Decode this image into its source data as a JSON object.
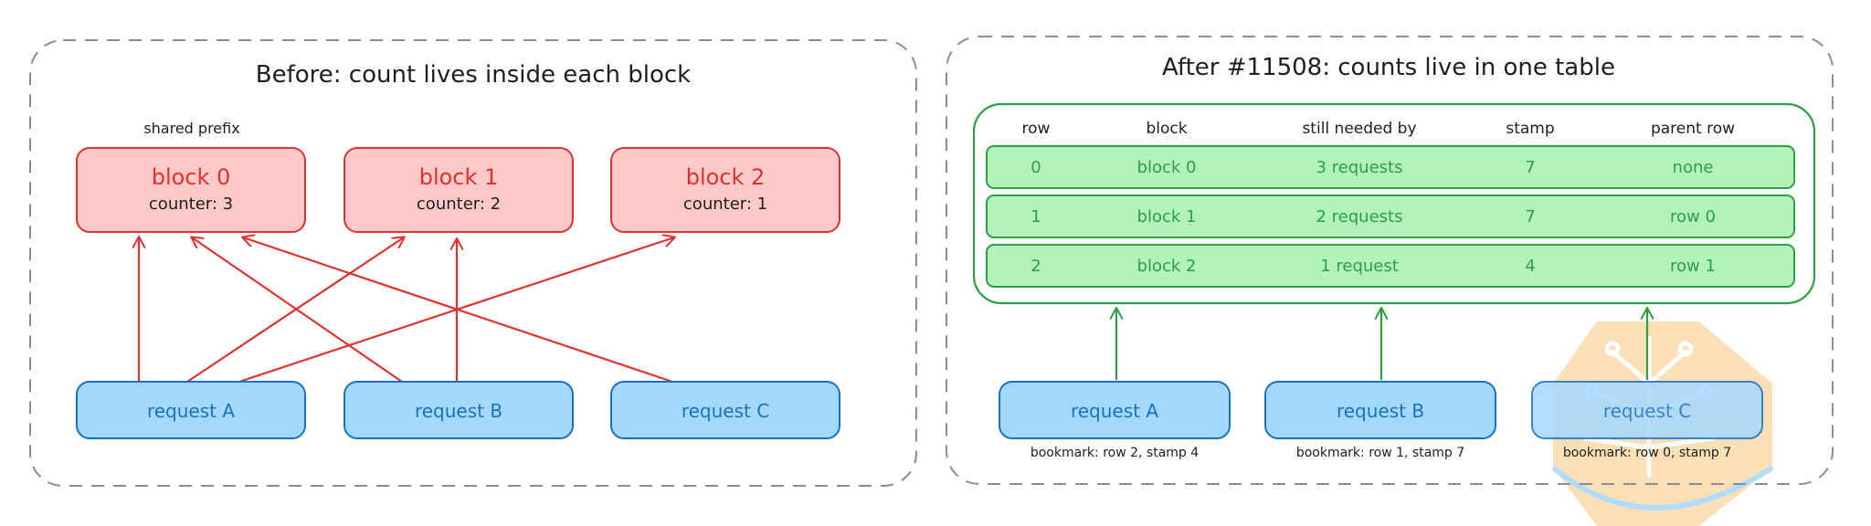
{
  "colors": {
    "frame": "#868e96",
    "red": "#e03131",
    "red_fill": "#ffc9c9",
    "blue": "#1971c2",
    "blue_fill": "#a5d8ff",
    "green": "#2f9e44",
    "green_fill": "#b2f2bb",
    "watermark": "#f8c77e"
  },
  "before": {
    "title": "Before: count lives inside each block",
    "shared_prefix_label": "shared prefix",
    "blocks": [
      {
        "name": "block 0",
        "counter": "counter: 3"
      },
      {
        "name": "block 1",
        "counter": "counter: 2"
      },
      {
        "name": "block 2",
        "counter": "counter: 1"
      }
    ],
    "requests": [
      {
        "label": "request A"
      },
      {
        "label": "request B"
      },
      {
        "label": "request C"
      }
    ]
  },
  "after": {
    "title": "After #11508: counts live in one table",
    "headers": [
      "row",
      "block",
      "still needed by",
      "stamp",
      "parent row"
    ],
    "rows": [
      [
        "0",
        "block 0",
        "3 requests",
        "7",
        "none"
      ],
      [
        "1",
        "block 1",
        "2 requests",
        "7",
        "row 0"
      ],
      [
        "2",
        "block 2",
        "1 request",
        "4",
        "row 1"
      ]
    ],
    "requests": [
      {
        "label": "request A",
        "bookmark": "bookmark: row 2, stamp 4"
      },
      {
        "label": "request B",
        "bookmark": "bookmark: row 1, stamp 7"
      },
      {
        "label": "request C",
        "bookmark": "bookmark: row 0, stamp 7"
      }
    ]
  },
  "watermark_icon": "circuit-bulb-icon"
}
